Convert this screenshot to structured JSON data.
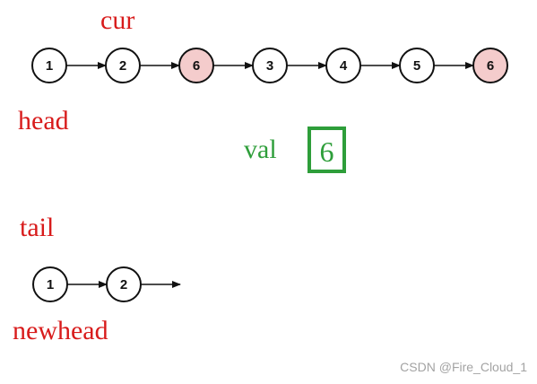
{
  "labels": {
    "cur": "cur",
    "head": "head",
    "val": "val",
    "tail": "tail",
    "newhead": "newhead"
  },
  "val_value": "6",
  "list1": {
    "nodes": [
      {
        "value": "1",
        "highlight": false
      },
      {
        "value": "2",
        "highlight": false
      },
      {
        "value": "6",
        "highlight": true
      },
      {
        "value": "3",
        "highlight": false
      },
      {
        "value": "4",
        "highlight": false
      },
      {
        "value": "5",
        "highlight": false
      },
      {
        "value": "6",
        "highlight": true
      }
    ]
  },
  "list2": {
    "nodes": [
      {
        "value": "1",
        "highlight": false
      },
      {
        "value": "2",
        "highlight": false
      }
    ],
    "trailing_arrow": true
  },
  "watermark": "CSDN @Fire_Cloud_1",
  "colors": {
    "label_red": "#d81b1b",
    "label_green": "#2e9e3a",
    "highlight_fill": "#f4cccc"
  }
}
